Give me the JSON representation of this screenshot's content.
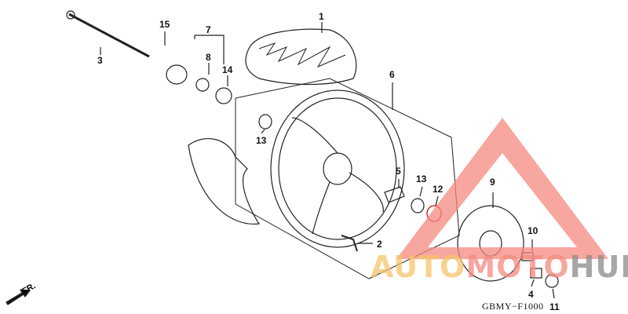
{
  "diagram": {
    "callouts": {
      "c1": "1",
      "c2": "2",
      "c3": "3",
      "c4": "4",
      "c5": "5",
      "c6": "6",
      "c7": "7",
      "c8": "8",
      "c9": "9",
      "c10": "10",
      "c11": "11",
      "c12": "12",
      "c13a": "13",
      "c13b": "13",
      "c14": "14",
      "c15": "15"
    },
    "diagram_code": "GBMY−F1000",
    "direction_label": "FR.",
    "watermark": {
      "part1": "AUTO",
      "part2": "MOTO",
      "part3": "HUB",
      "colors": {
        "part1": "#f7c36a",
        "part2": "#f48a80",
        "part3": "#8a8a8a",
        "triangle": "#f48a80"
      }
    }
  }
}
